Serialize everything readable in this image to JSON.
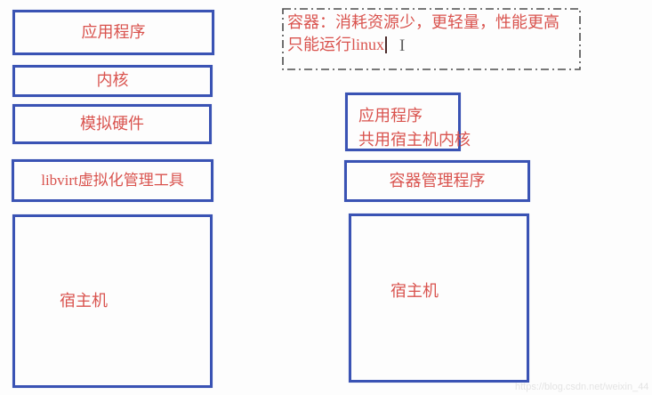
{
  "colors": {
    "box_border": "#3a53b4",
    "text_red": "#d9534e",
    "dashed_border": "#4d4d4d",
    "watermark_gray": "#e4e4e4"
  },
  "left_column": {
    "boxes": [
      {
        "label": "应用程序"
      },
      {
        "label": "内核"
      },
      {
        "label": "模拟硬件"
      },
      {
        "label": "libvirt虚拟化管理工具"
      },
      {
        "label": "宿主机"
      }
    ]
  },
  "right_column": {
    "note": {
      "line1": "容器：消耗资源少，更轻量，性能更高",
      "line2": "只能运行linux"
    },
    "app_box": {
      "line1": "应用程序",
      "line2": "共用宿主机内核"
    },
    "manager_box": {
      "label": "容器管理程序"
    },
    "host_box": {
      "label": "宿主机"
    }
  },
  "watermark": "https://blog.csdn.net/weixin_44"
}
